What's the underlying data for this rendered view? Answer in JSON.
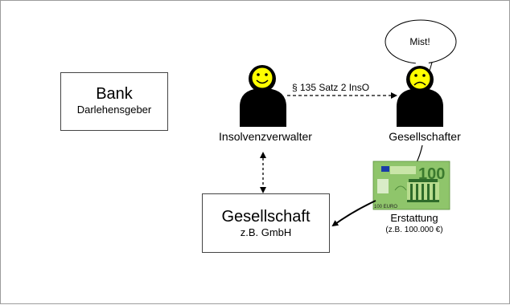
{
  "bank": {
    "title": "Bank",
    "subtitle": "Darlehensgeber"
  },
  "insolvency_administrator": {
    "label": "Insolvenzverwalter",
    "face": "happy-face-icon"
  },
  "shareholder": {
    "label": "Gesellschafter",
    "face": "sad-face-icon"
  },
  "claim_arrow": {
    "label": "§ 135 Satz 2 InsO"
  },
  "speech_bubble": {
    "text": "Mist!"
  },
  "company": {
    "title": "Gesellschaft",
    "subtitle": "z.B. GmbH"
  },
  "refund": {
    "label": "Erstattung",
    "amount": "(z.B. 100.000 €)"
  },
  "banknote": {
    "icon": "euro-100-banknote-icon",
    "denomination": "100",
    "small_text": "100 EURO"
  },
  "colors": {
    "face_yellow": "#ffff00",
    "silhouette": "#000000",
    "banknote_green": "#8fc56b",
    "border": "#9c9c9c"
  }
}
